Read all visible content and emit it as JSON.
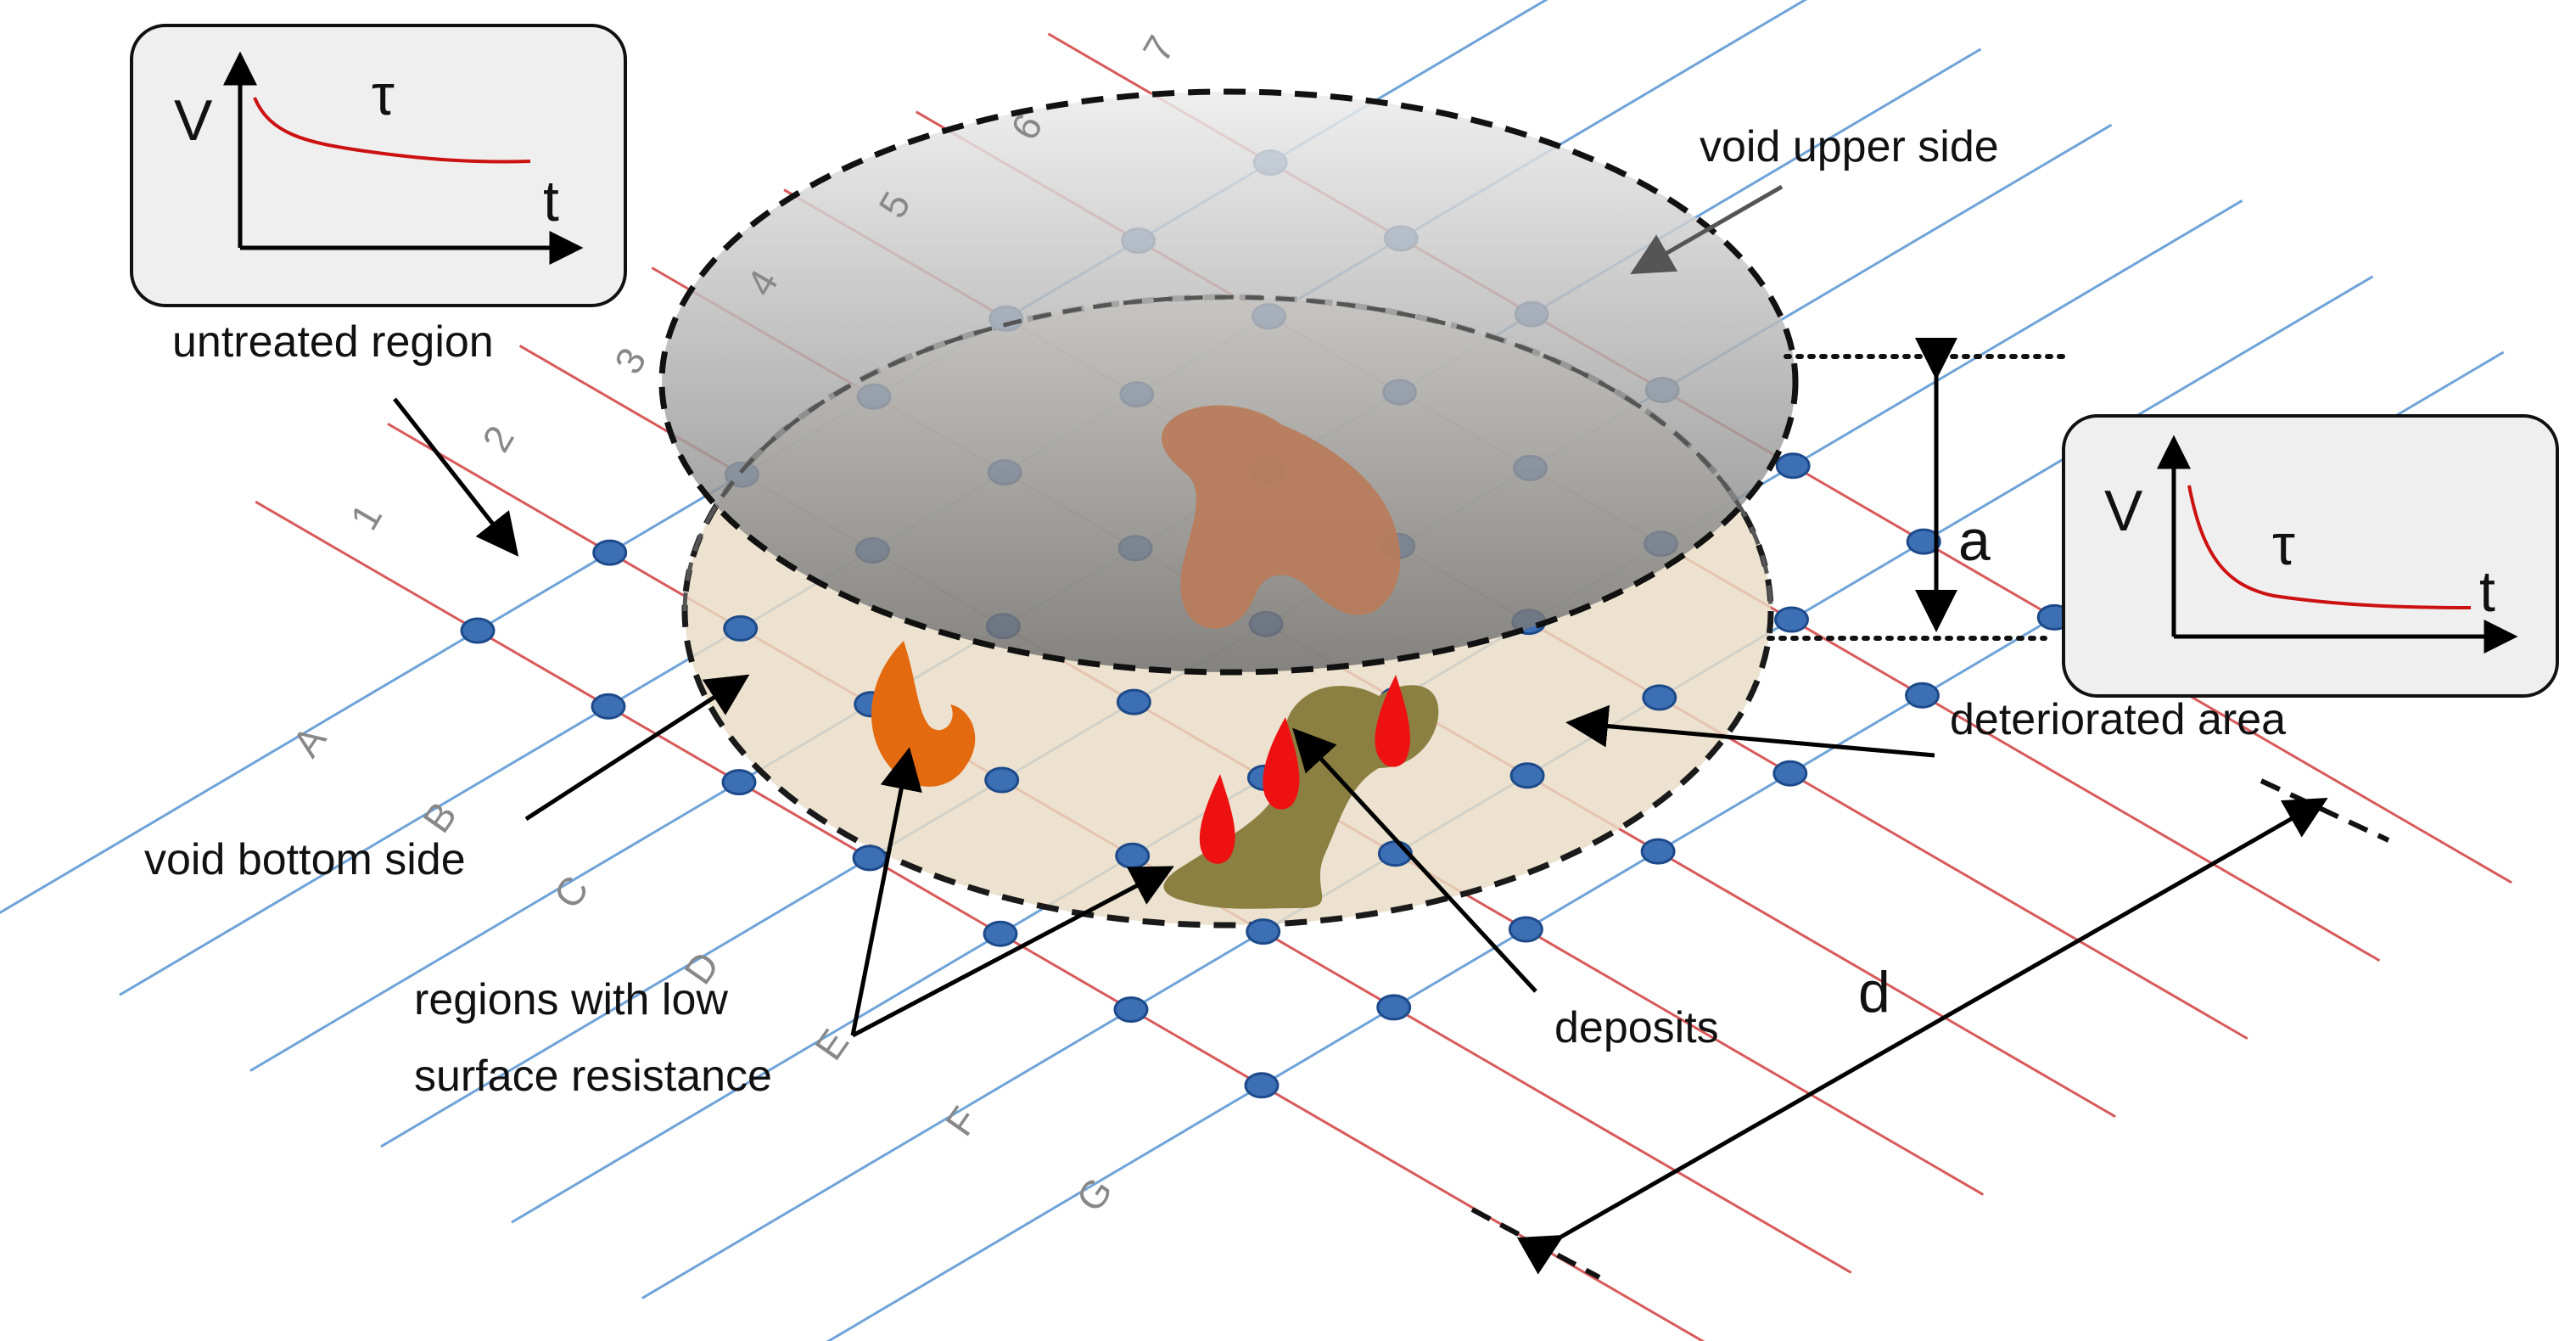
{
  "labels": {
    "untreated_region": "untreated region",
    "void_upper_side": "void upper side",
    "void_bottom_side": "void bottom side",
    "deteriorated_area": "deteriorated area",
    "regions_low_line1": "regions with low",
    "regions_low_line2": "surface resistance",
    "deposits": "deposits",
    "dim_a": "a",
    "dim_d": "d"
  },
  "inset_left": {
    "y_axis": "V",
    "x_axis": "t",
    "tau": "τ"
  },
  "inset_right": {
    "y_axis": "V",
    "x_axis": "t",
    "tau": "τ"
  },
  "grid": {
    "number_labels": [
      "1",
      "2",
      "3",
      "4",
      "5",
      "6",
      "7"
    ],
    "letter_labels": [
      "A",
      "B",
      "C",
      "D",
      "E",
      "F",
      "G"
    ]
  },
  "colors": {
    "blue_line": "#6fa3d8",
    "red_line": "#d85a5a",
    "electrode_dot": "#3c6fb3",
    "bottom_disk": "#e8dcc4",
    "deposit_red": "#ee1111",
    "low_resistance_orange": "#e46a10",
    "brown_patch": "#b97c5a",
    "olive_patch": "#8b7f42",
    "inset_bg": "#efefef",
    "curve_red": "#cc1111"
  }
}
